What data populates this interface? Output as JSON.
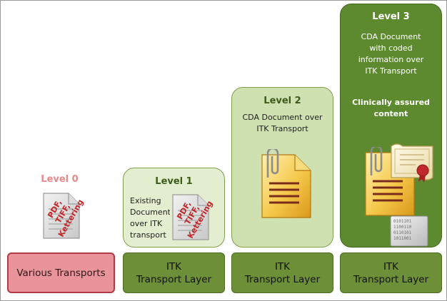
{
  "levels": [
    {
      "title": "Level 0",
      "doc_stamp": "PDF,\nTIFF,\nKettering"
    },
    {
      "title": "Level 1",
      "description": "Existing\nDocument\nover ITK\ntransport",
      "doc_stamp": "PDF,\nTIFF,\nKettering"
    },
    {
      "title": "Level 2",
      "description": "CDA Document over\nITK Transport"
    },
    {
      "title": "Level 3",
      "description": "CDA Document\nwith coded\ninformation over\nITK Transport",
      "emphasis": "Clinically assured\ncontent"
    }
  ],
  "transports": [
    {
      "label": "Various Transports"
    },
    {
      "label": "ITK\nTransport Layer"
    },
    {
      "label": "ITK\nTransport Layer"
    },
    {
      "label": "ITK\nTransport Layer"
    }
  ],
  "colors": {
    "level0_title": "#e88a8a",
    "various_transport_fill": "#e9939a",
    "various_transport_border": "#b23a44",
    "itk_fill": "#6c8f37",
    "itk_border": "#4c6a22",
    "level1_fill": "#e3eed0",
    "level2_fill": "#cfe1b0",
    "level3_fill": "#5e8a2f",
    "dark_green_text": "#3d5a18",
    "stamp_red": "#c0282b"
  }
}
